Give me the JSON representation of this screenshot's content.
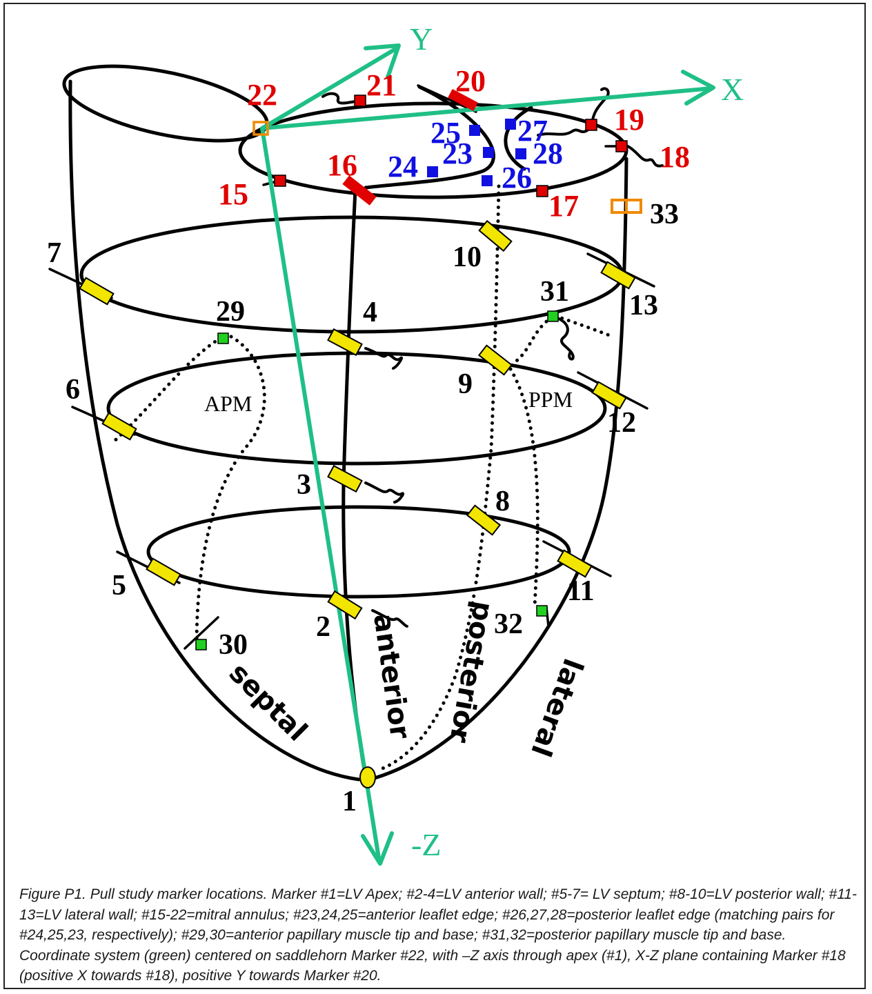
{
  "diagram": {
    "axes": {
      "y": "Y",
      "x": "X",
      "z": "-Z"
    },
    "regions": {
      "septal": "septal",
      "anterior": "anterior",
      "posterior": "posterior",
      "lateral": "lateral"
    },
    "papillary": {
      "apm": "APM",
      "ppm": "PPM"
    },
    "markers": {
      "m1": "1",
      "m2": "2",
      "m3": "3",
      "m4": "4",
      "m5": "5",
      "m6": "6",
      "m7": "7",
      "m8": "8",
      "m9": "9",
      "m10": "10",
      "m11": "11",
      "m12": "12",
      "m13": "13",
      "m15": "15",
      "m16": "16",
      "m17": "17",
      "m18": "18",
      "m19": "19",
      "m20": "20",
      "m21": "21",
      "m22": "22",
      "m23": "23",
      "m24": "24",
      "m25": "25",
      "m26": "26",
      "m27": "27",
      "m28": "28",
      "m29": "29",
      "m30": "30",
      "m31": "31",
      "m32": "32",
      "m33": "33"
    },
    "colors": {
      "axis": "#1fbf86",
      "annulus": "#e00000",
      "leaflet": "#1010e0",
      "wall_marker": "#f2e600",
      "papillary_marker": "#22d022",
      "saddlehorn": "#f08a00"
    }
  },
  "caption": "Figure P1. Pull study marker locations. Marker #1=LV Apex; #2-4=LV anterior wall; #5-7= LV septum; #8-10=LV posterior wall; #11-13=LV lateral wall; #15-22=mitral annulus; #23,24,25=anterior leaflet edge; #26,27,28=posterior leaflet edge (matching pairs for #24,25,23, respectively); #29,30=anterior papillary muscle tip and base; #31,32=posterior papillary muscle tip and base. Coordinate system (green) centered on saddlehorn Marker #22, with –Z axis through apex (#1), X-Z plane containing Marker #18 (positive X towards #18), positive Y towards Marker #20."
}
